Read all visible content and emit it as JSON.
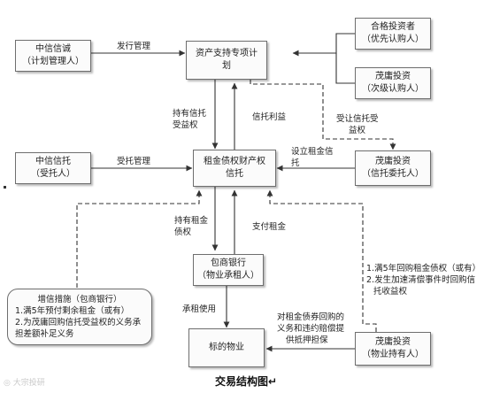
{
  "boxes": {
    "citic_trust_manager": [
      "中信信诚",
      "（计划管理人）"
    ],
    "asset_plan": [
      "资产支持专项计",
      "划"
    ],
    "qualified_investor": [
      "合格投资者",
      "（优先认购人）"
    ],
    "maoyong_sub": [
      "茂庸投资",
      "（次级认购人）"
    ],
    "citic_trust": [
      "中信信托",
      "（受托人）"
    ],
    "lease_trust": [
      "租金债权财产权",
      "信托"
    ],
    "maoyong_trustor": [
      "茂庸投资",
      "（信托委托人）"
    ],
    "baoshang_bank": [
      "包商银行",
      "（物业承租人）"
    ],
    "target_property": [
      "标的物业"
    ],
    "maoyong_holder": [
      "茂庸投资",
      "（物业持有人）"
    ],
    "credit_enhancement": [
      "增信措施（包商银行）",
      "1.满5年预付剩余租金（或有）",
      "2.为茂庸回购信托受益权的义务承",
      "担差额补足义务"
    ]
  },
  "labels": {
    "issue_manage": [
      "发行管理"
    ],
    "hold_trust": [
      "持有信托",
      "受益权"
    ],
    "trust_interest": [
      "信托利益"
    ],
    "transfer_trust": [
      "受让信托受",
      "益权"
    ],
    "entrust_manage": [
      "受托管理"
    ],
    "set_lease_trust": [
      "设立租金信",
      "托"
    ],
    "hold_lease": [
      "持有租金",
      "债权"
    ],
    "pay_rent": [
      "支付租金"
    ],
    "lease_use": [
      "承租使用"
    ],
    "buyback_note": [
      "1.满5年回购租金债权（或有）",
      "2.发生加速清偿事件时回购信",
      "托收益权"
    ],
    "pledge_note": [
      "对租金债券回购的",
      "义务和违约赔偿提",
      "供抵押担保"
    ]
  },
  "caption": "交易结构图↵",
  "watermark": "◎ 大宗投研"
}
